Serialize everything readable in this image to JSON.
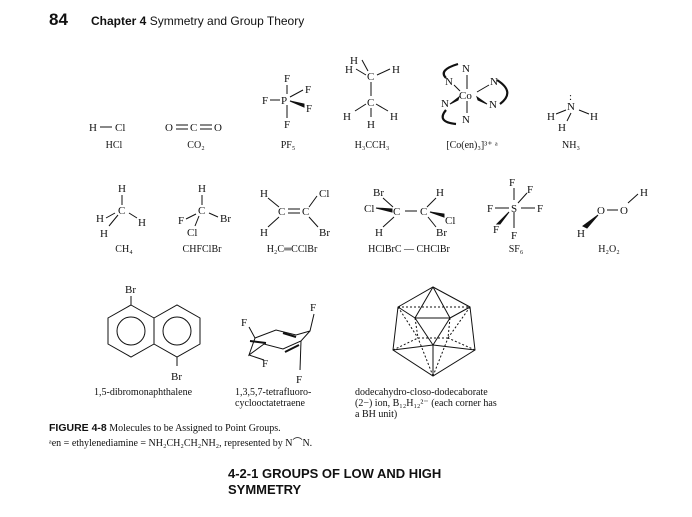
{
  "header": {
    "page_number": "84",
    "chapter_label": "Chapter 4",
    "chapter_title": "Symmetry and Group Theory"
  },
  "molecules": [
    {
      "id": "hcl",
      "label": "HCl"
    },
    {
      "id": "co2",
      "label": "CO₂"
    },
    {
      "id": "pf5",
      "label": "PF₅"
    },
    {
      "id": "h3cch3",
      "label": "H₃CCH₃"
    },
    {
      "id": "coen",
      "label": "[Co(en)₃]³⁺ ᵃ"
    },
    {
      "id": "nh3",
      "label": "NH₃"
    },
    {
      "id": "ch4",
      "label": "CH₄"
    },
    {
      "id": "chfclbr",
      "label": "CHFClBr"
    },
    {
      "id": "h2cccibr",
      "label": "H₂C═CClBr"
    },
    {
      "id": "hclbrc",
      "label": "HClBrC — CHClBr"
    },
    {
      "id": "sf6",
      "label": "SF₆"
    },
    {
      "id": "h2o2",
      "label": "H₂O₂"
    },
    {
      "id": "dibromo",
      "label": "1,5-dibromonaphthalene"
    },
    {
      "id": "cot_line1",
      "label": "1,3,5,7-tetrafluoro-"
    },
    {
      "id": "cot_line2",
      "label": "cyclooctatetraene"
    },
    {
      "id": "dodeca_line1",
      "label": "dodecahydro-closo-dodecaborate"
    },
    {
      "id": "dodeca_line2",
      "label": "(2−) ion, B₁₂H₁₂²⁻ (each corner has"
    },
    {
      "id": "dodeca_line3",
      "label": "a BH unit)"
    }
  ],
  "caption": {
    "figure_label": "FIGURE 4-8",
    "text": "Molecules to be Assigned to Point Groups."
  },
  "footnote": {
    "text": "ᵃen = ethylenediamine = NH₂CH₂CH₂NH₂, represented by N⌒N."
  },
  "section_heading": {
    "line1": "4-2-1 GROUPS OF LOW AND HIGH",
    "line2": "SYMMETRY"
  }
}
